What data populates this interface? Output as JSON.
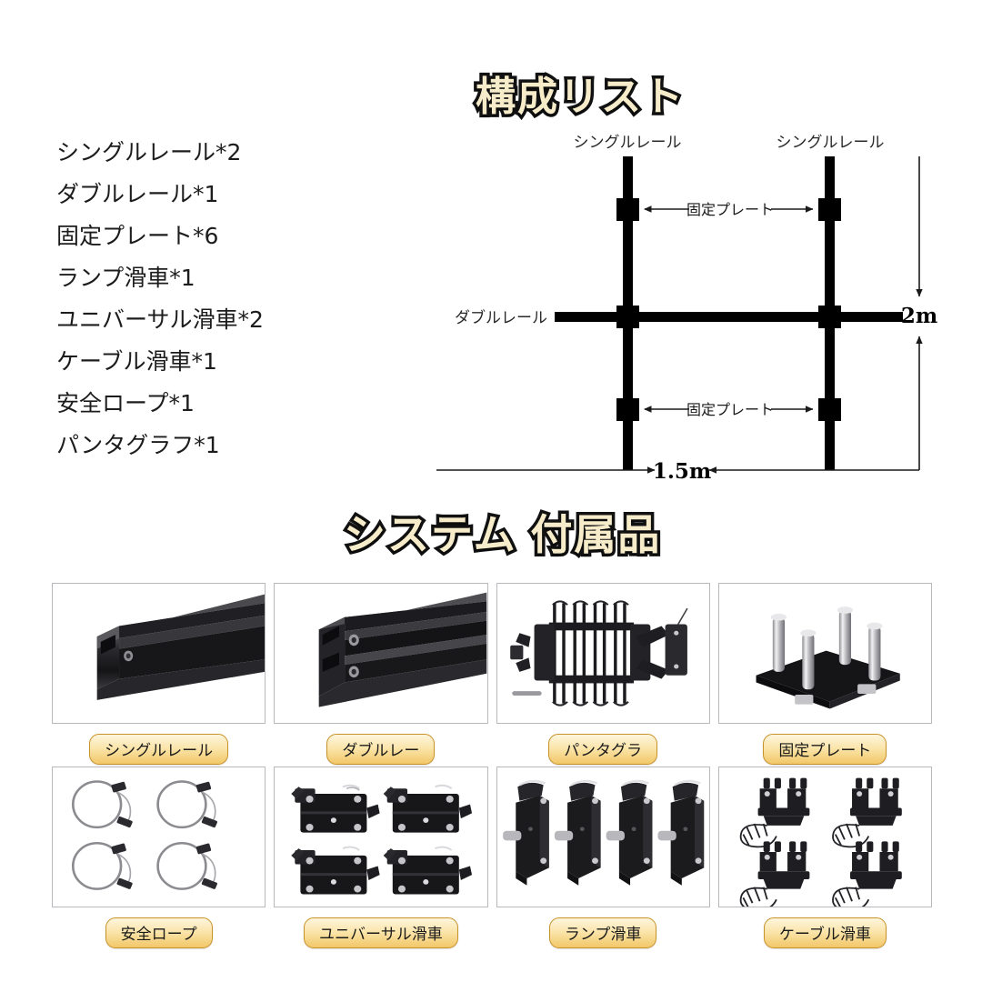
{
  "headings": {
    "parts_list": "構成リスト",
    "accessories": "システム 付属品"
  },
  "parts_list": [
    "シングルレール*2",
    "ダブルレール*1",
    "固定プレート*6",
    "ランプ滑車*1",
    "ユニバーサル滑車*2",
    "ケーブル滑車*1",
    "安全ロープ*1",
    "パンタグラフ*1"
  ],
  "diagram": {
    "label_rail_top_left": "シングルレール",
    "label_rail_top_right": "シングルレール",
    "label_double_rail": "ダブルレール",
    "label_plate_top": "固定プレート",
    "label_plate_bottom": "固定プレート",
    "dimension_height": "2m",
    "dimension_width": "1.5m"
  },
  "gallery": [
    {
      "caption": "シングルレール",
      "icon": "single-rail-photo"
    },
    {
      "caption": "ダブルレー",
      "icon": "double-rail-photo"
    },
    {
      "caption": "パンタグラ",
      "icon": "pantograph-photo"
    },
    {
      "caption": "固定プレート",
      "icon": "fixing-plate-photo"
    },
    {
      "caption": "安全ロープ",
      "icon": "safety-rope-photo"
    },
    {
      "caption": "ユニバーサル滑車",
      "icon": "universal-trolley-photo"
    },
    {
      "caption": "ランプ滑車",
      "icon": "lamp-trolley-photo"
    },
    {
      "caption": "ケーブル滑車",
      "icon": "cable-trolley-photo"
    }
  ],
  "colors": {
    "heading_fill": "#f7ecca",
    "heading_outline": "#111111",
    "caption_border": "#c8922a",
    "caption_fill_top": "#fdf5dd",
    "caption_fill_bottom": "#f2c768",
    "diagram_ink": "#000000",
    "photo_border": "#b9b9bd"
  }
}
